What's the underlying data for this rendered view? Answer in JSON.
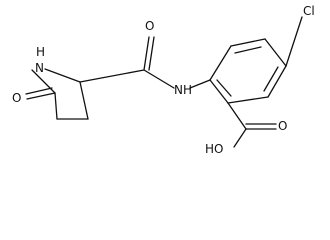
{
  "molecule": {
    "atoms": {
      "oxygen_lactam": "O",
      "nh_ring": "H\nN",
      "oxygen_amide": "O",
      "nh_amide": "NH",
      "chlorine": "Cl",
      "oxygen_carbonyl": "O",
      "hydroxyl": "HO"
    }
  }
}
